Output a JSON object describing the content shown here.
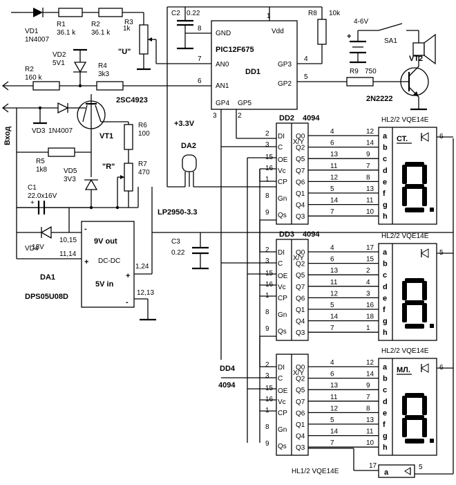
{
  "top": {
    "vd1_ref": "VD1",
    "vd1_val": "1N4007",
    "r1_ref": "R1",
    "r1_val": "36.1 k",
    "r2_ref": "R2",
    "r2_val": "36.1 k",
    "r3_val": "1k",
    "r3_ref": "R3",
    "vd2_ref": "VD2",
    "vd2_val": "5V1",
    "r2b_ref": "R2",
    "r2b_val": "160 k",
    "r4_ref": "R4",
    "r4_val": "3k3",
    "u_label": "\"U\"",
    "c2_ref": "C2",
    "c2_val": "0.22",
    "r8_ref": "R8",
    "r8_val": "10k",
    "supply": "4-6V",
    "sa1": "SA1",
    "r9_ref": "R9",
    "r9_val": "750",
    "vt2_ref": "VT2",
    "vt2_type": "2N2222",
    "vt1_type": "2SC4923",
    "input_label": "Вход"
  },
  "mcu": {
    "name": "PIC12F675",
    "ref": "DD1",
    "gnd": "GND",
    "vdd": "Vdd",
    "an0": "AN0",
    "an1": "AN1",
    "gp3": "GP3",
    "gp2": "GP2",
    "gp4": "GP4",
    "gp5": "GP5",
    "p1": "1",
    "p8": "8",
    "p7": "7",
    "p6": "6",
    "p4": "4",
    "p5": "5",
    "p3": "3",
    "p2": "2"
  },
  "left": {
    "vd3_ref": "VD3",
    "vd3_val": "1N4007",
    "vt1_ref": "VT1",
    "r6_ref": "R6",
    "r6_val": "100",
    "r5_ref": "R5",
    "r5_val": "1k8",
    "r7_ref": "R7",
    "r7_val": "470",
    "r_label": "\"R\"",
    "vd5_ref": "VD5",
    "vd5_val": "3V3",
    "c1_ref": "C1",
    "c1_val": "22.0x16V",
    "vd4_ref": "VD4",
    "vd4_val": "13V",
    "plus33": "+3.3V",
    "da2_ref": "DA2",
    "da2_type": "LP2950-3.3",
    "c3_ref": "C3",
    "c3_val": "0.22"
  },
  "dcdc": {
    "out": "9V out",
    "mode": "DC-DC",
    "in": "5V in",
    "ref": "DA1",
    "type": "DPS05U08D",
    "pins_a": "10,15",
    "pins_b": "11,14",
    "pins_c": "1,24",
    "pins_d": "12,13",
    "minus": "-",
    "plus": "+"
  },
  "shift": {
    "type": "4094",
    "dd2": "DD2",
    "dd3": "DD3",
    "dd4": "DD4",
    "xy": "X/Y",
    "in_labels": [
      "DI",
      "C",
      "OE",
      "Vc",
      "CP",
      "Gn",
      "Qs"
    ],
    "in_pins": [
      "2",
      "3",
      "15",
      "16",
      "1",
      "8",
      "9"
    ],
    "out_labels": [
      "Q0",
      "Q2",
      "Q5",
      "Q7",
      "Q6",
      "Q1",
      "Q4",
      "Q3"
    ],
    "out_pins": [
      "4",
      "6",
      "13",
      "11",
      "12",
      "5",
      "14",
      "7"
    ]
  },
  "displays": {
    "model": "HL2/2  VQE14E",
    "model1": "HL1/2  VQE14E",
    "segs": [
      "a",
      "b",
      "c",
      "d",
      "e",
      "f",
      "g",
      "h"
    ],
    "d1_label": "СТ.",
    "d3_label": "МЛ.",
    "d1_pins": [
      "12",
      "14",
      "9",
      "7",
      "8",
      "13",
      "11",
      "10"
    ],
    "d2_pins": [
      "17",
      "15",
      "2",
      "4",
      "3",
      "16",
      "18",
      "1"
    ],
    "d3_pins": [
      "12",
      "14",
      "9",
      "7",
      "8",
      "13",
      "11",
      "10"
    ],
    "d1_common": "6",
    "d2_common": "5",
    "d3_common": "6",
    "last_pin": "17",
    "last_seg": "a",
    "last_common": "5"
  }
}
